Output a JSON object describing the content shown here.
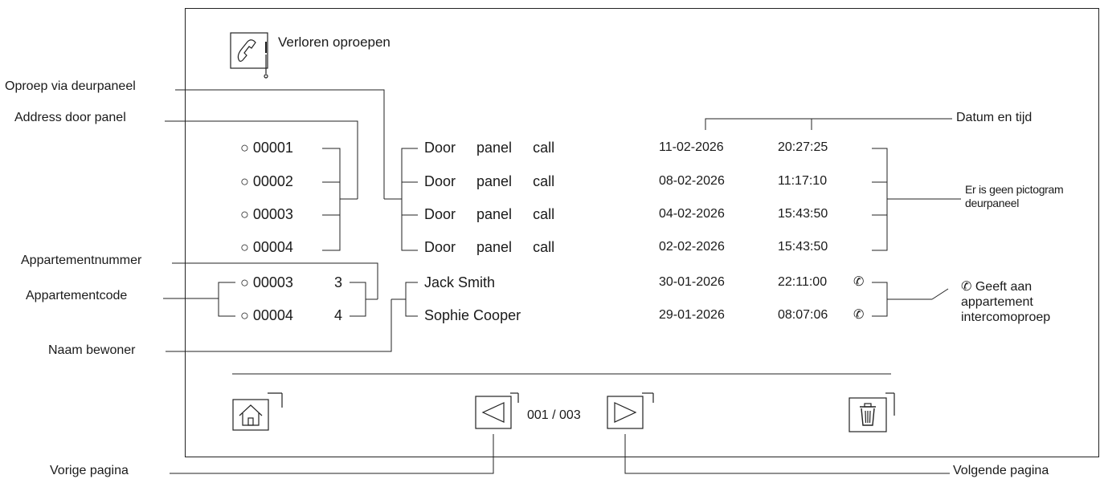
{
  "screen": {
    "title": "Verloren oproepen",
    "title_icon": "missed-call-icon"
  },
  "calls": [
    {
      "code": "○ 00001",
      "name_words": [
        "Door",
        "panel",
        "call"
      ],
      "date": "11-02-2026",
      "time": "20:27:25",
      "intercom": false
    },
    {
      "code": "○ 00002",
      "name_words": [
        "Door",
        "panel",
        "call"
      ],
      "date": "08-02-2026",
      "time": "11:17:10",
      "intercom": false
    },
    {
      "code": "○ 00003",
      "name_words": [
        "Door",
        "panel",
        "call"
      ],
      "date": "04-02-2026",
      "time": "15:43:50",
      "intercom": false
    },
    {
      "code": "○ 00004",
      "name_words": [
        "Door",
        "panel",
        "call"
      ],
      "date": "02-02-2026",
      "time": "15:43:50",
      "intercom": false
    },
    {
      "code": "○ 00003",
      "apt": "3",
      "name": "Jack Smith",
      "date": "30-01-2026",
      "time": "22:11:00",
      "intercom": true
    },
    {
      "code": "○ 00004",
      "apt": "4",
      "name": "Sophie Cooper",
      "date": "29-01-2026",
      "time": "08:07:06",
      "intercom": true
    }
  ],
  "footer": {
    "home_icon": "home-icon",
    "prev_icon": "triangle-left-icon",
    "page_indicator": "001 / 003",
    "next_icon": "triangle-right-icon",
    "delete_icon": "trash-icon"
  },
  "annotations": {
    "oproep_via_deurpaneel": "Oproep via deurpaneel",
    "address_door_panel": "Address door panel",
    "appartementnummer": "Appartementnummer",
    "appartementcode": "Appartementcode",
    "naam_bewoner": "Naam bewoner",
    "datum_en_tijd": "Datum en tijd",
    "geen_pictogram_1": "Er is geen pictogram",
    "geen_pictogram_2": "deurpaneel",
    "intercom_1": "Geeft aan",
    "intercom_2": "appartement",
    "intercom_3": "intercomoproep",
    "vorige_pagina": "Vorige pagina",
    "volgende_pagina": "Volgende pagina"
  },
  "glyphs": {
    "intercom_call_glyph": "✆"
  }
}
